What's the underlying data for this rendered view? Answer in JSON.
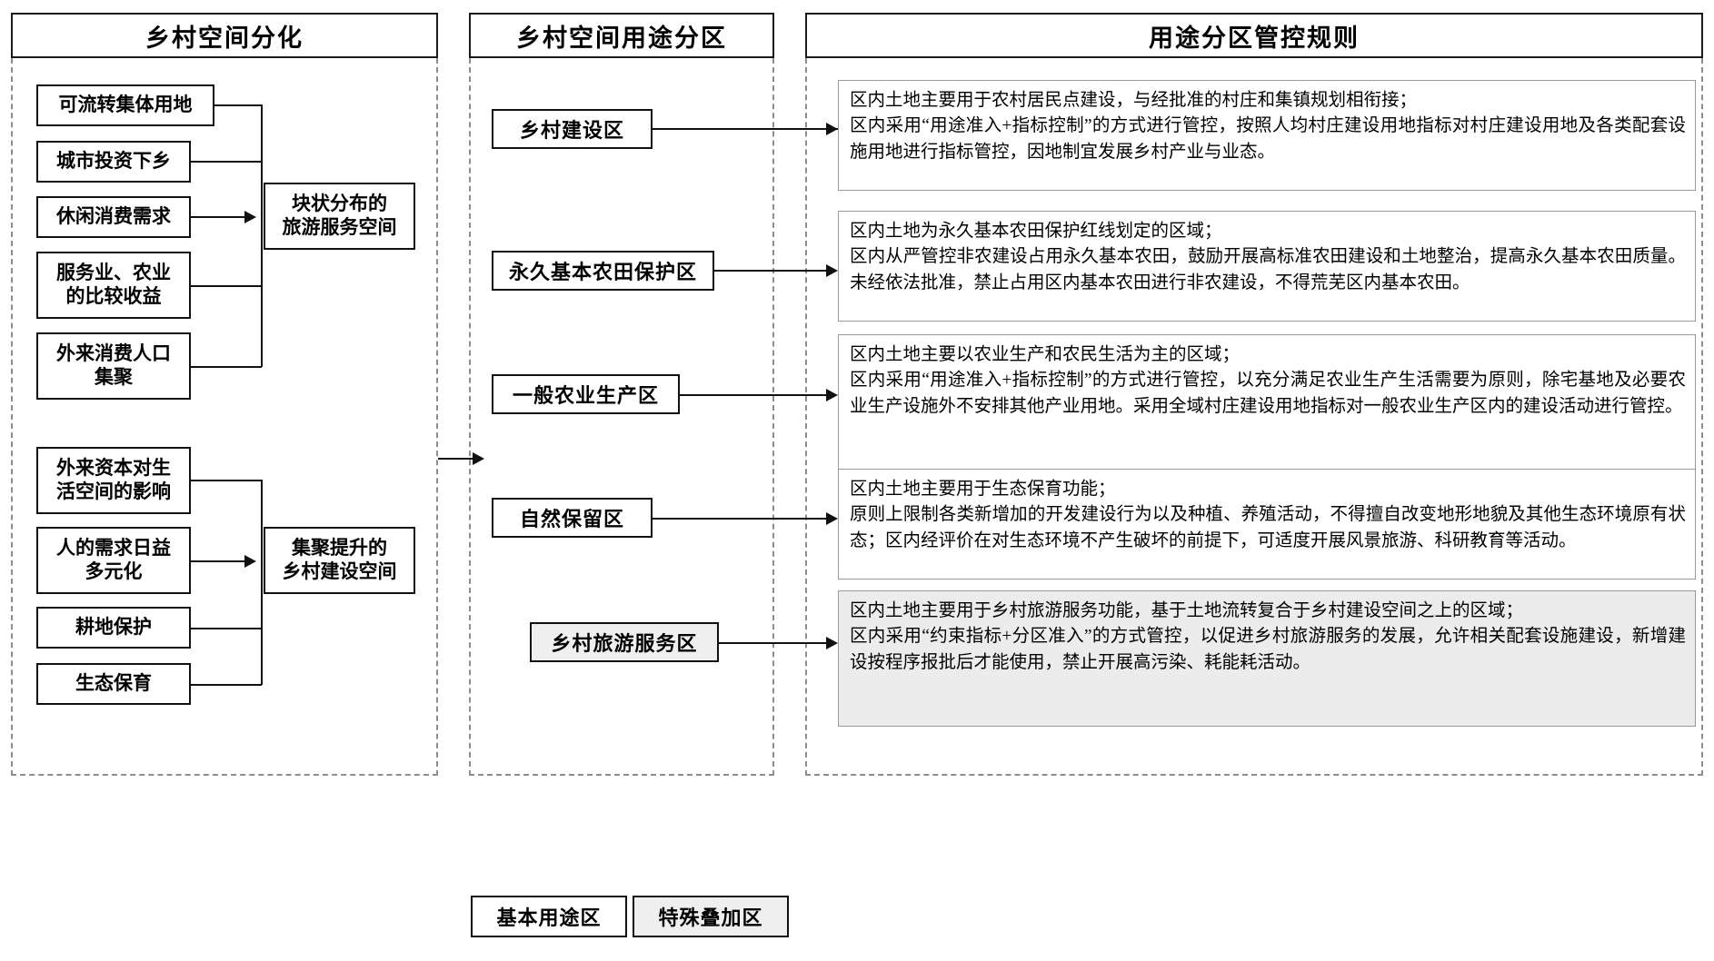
{
  "columns": {
    "left_title": "乡村空间分化",
    "middle_title": "乡村空间用途分区",
    "right_title": "用途分区管控规则"
  },
  "drivers_group_a": [
    {
      "label": "可流转集体用地"
    },
    {
      "label": "城市投资下乡"
    },
    {
      "label": "休闲消费需求"
    },
    {
      "label": "服务业、农业\n的比较收益"
    },
    {
      "label": "外来消费人口\n集聚"
    }
  ],
  "drivers_group_b": [
    {
      "label": "外来资本对生\n活空间的影响"
    },
    {
      "label": "人的需求日益\n多元化"
    },
    {
      "label": "耕地保护"
    },
    {
      "label": "生态保育"
    }
  ],
  "outcomes": [
    {
      "label": "块状分布的\n旅游服务空间"
    },
    {
      "label": "集聚提升的\n乡村建设空间"
    }
  ],
  "zones": [
    {
      "label": "乡村建设区",
      "shaded": false
    },
    {
      "label": "永久基本农田保护区",
      "shaded": false
    },
    {
      "label": "一般农业生产区",
      "shaded": false
    },
    {
      "label": "自然保留区",
      "shaded": false
    },
    {
      "label": "乡村旅游服务区",
      "shaded": true
    }
  ],
  "rules": [
    {
      "zone": "乡村建设区",
      "shaded": false,
      "text": "区内土地主要用于农村居民点建设，与经批准的村庄和集镇规划相衔接；\n区内采用“用途准入+指标控制”的方式进行管控，按照人均村庄建设用地指标对村庄建设用地及各类配套设施用地进行指标管控，因地制宜发展乡村产业与业态。"
    },
    {
      "zone": "永久基本农田保护区",
      "shaded": false,
      "text": "区内土地为永久基本农田保护红线划定的区域；\n区内从严管控非农建设占用永久基本农田，鼓励开展高标准农田建设和土地整治，提高永久基本农田质量。未经依法批准，禁止占用区内基本农田进行非农建设，不得荒芜区内基本农田。"
    },
    {
      "zone": "一般农业生产区",
      "shaded": false,
      "text": "区内土地主要以农业生产和农民生活为主的区域；\n区内采用“用途准入+指标控制”的方式进行管控，以充分满足农业生产生活需要为原则，除宅基地及必要农业生产设施外不安排其他产业用地。采用全域村庄建设用地指标对一般农业生产区内的建设活动进行管控。"
    },
    {
      "zone": "自然保留区",
      "shaded": false,
      "text": "区内土地主要用于生态保育功能；\n原则上限制各类新增加的开发建设行为以及种植、养殖活动，不得擅自改变地形地貌及其他生态环境原有状态；区内经评价在对生态环境不产生破坏的前提下，可适度开展风景旅游、科研教育等活动。"
    },
    {
      "zone": "乡村旅游服务区",
      "shaded": true,
      "text": "区内土地主要用于乡村旅游服务功能，基于土地流转复合于乡村建设空间之上的区域；\n区内采用“约束指标+分区准入”的方式管控，以促进乡村旅游服务的发展，允许相关配套设施建设，新增建设按程序报批后才能使用，禁止开展高污染、耗能耗活动。"
    }
  ],
  "legend": [
    {
      "label": "基本用途区",
      "shaded": false
    },
    {
      "label": "特殊叠加区",
      "shaded": true
    }
  ],
  "colors": {
    "line": "#111111",
    "dash_border": "#8d8d8d",
    "rule_border": "#9a9a9a",
    "shaded_fill": "#ececec"
  }
}
